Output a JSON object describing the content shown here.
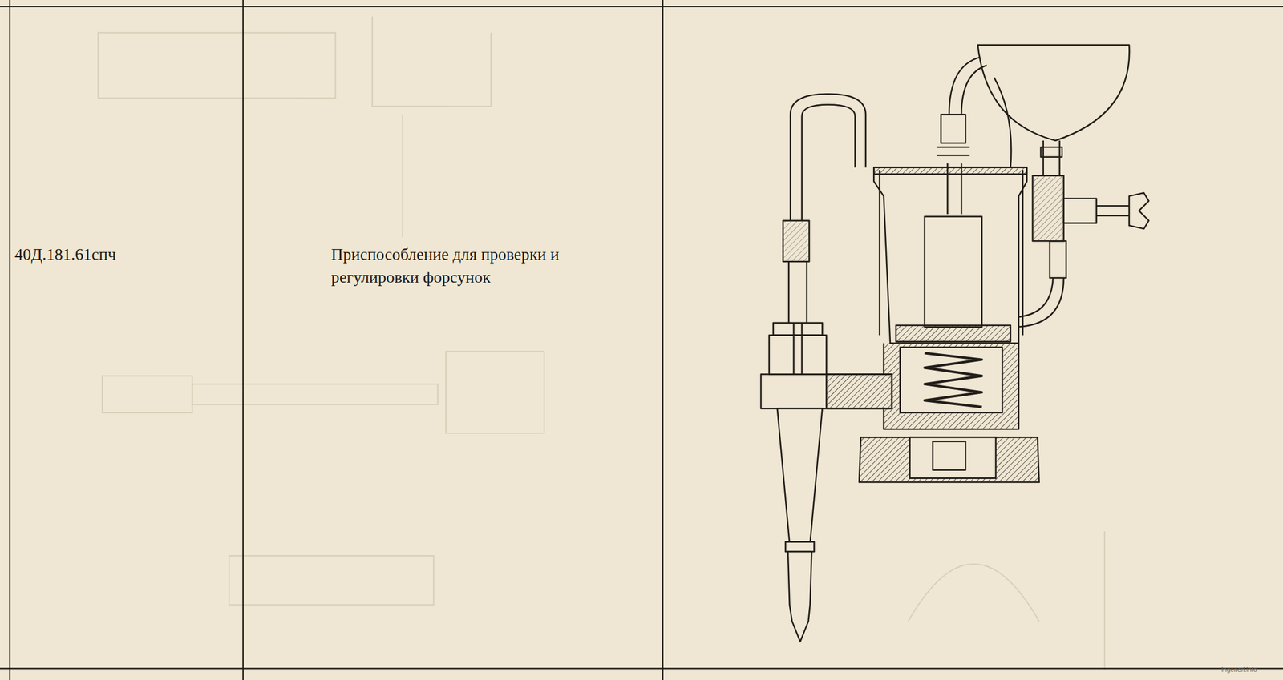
{
  "diagram": {
    "labels": [
      "40Д.181.61спч",
      "Приспособление для проверки и регулировки форсунок",
      "Ingeneri.info"
    ]
  }
}
